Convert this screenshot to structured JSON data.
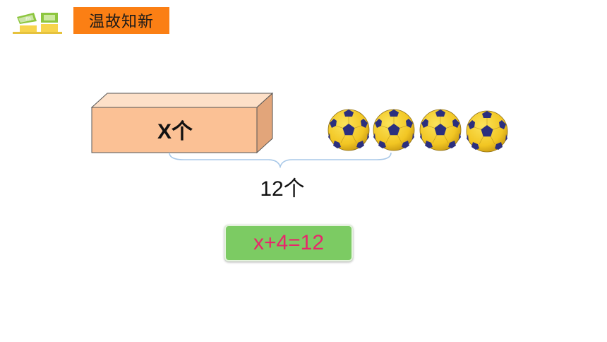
{
  "header": {
    "title": "温故知新"
  },
  "logo": {
    "icon": "classroom-logo-icon"
  },
  "figure": {
    "unknown_label": "X个",
    "ball_count": 4,
    "total_label": "12个"
  },
  "equation": "x+4=12",
  "colors": {
    "title_bg": "#fb7f14",
    "cuboid_front": "#fbc195",
    "equation_bg": "#7ccb63",
    "equation_text": "#e8266b",
    "ball_yellow": "#f2c623",
    "ball_navy": "#2b2f7e",
    "brace": "#a8c8e8"
  }
}
